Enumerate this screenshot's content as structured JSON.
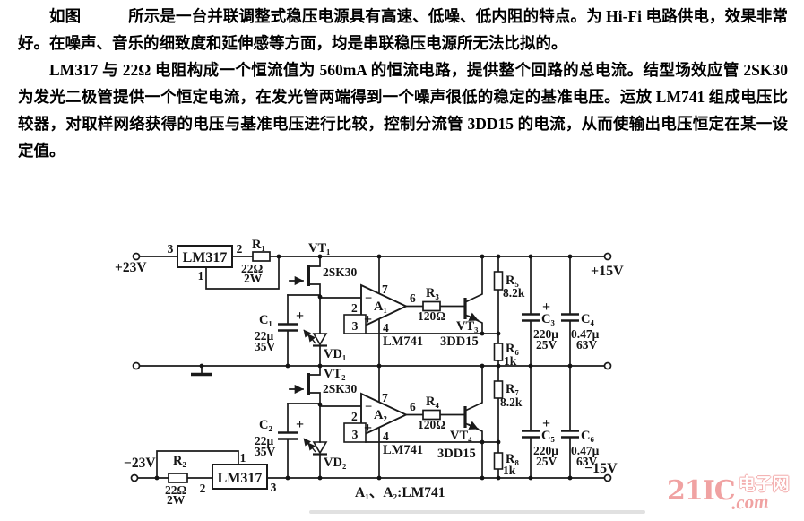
{
  "paragraphs": {
    "p1": "如图　　　所示是一台并联调整式稳压电源具有高速、低噪、低内阻的特点。为 Hi-Fi 电路供电，效果非常好。在噪声、音乐的细致度和延伸感等方面，均是串联稳压电源所无法比拟的。",
    "p2": "LM317 与 22Ω 电阻构成一个恒流值为 560mA 的恒流电路，提供整个回路的总电流。结型场效应管 2SK30 为发光二极管提供一个恒定电流，在发光管两端得到一个噪声很低的稳定的基准电压。运放 LM741 组成电压比较器，对取样网络获得的电压与基准电压进行比较，控制分流管 3DD15 的电流，从而使输出电压恒定在某一设定值。"
  },
  "circuit": {
    "supply": {
      "in_pos": "+23V",
      "in_neg": "−23V",
      "out_pos": "+15V",
      "out_neg": "−15V"
    },
    "regulators": {
      "top": "LM317",
      "bottom": "LM317"
    },
    "pins": {
      "p1": "1",
      "p2": "2",
      "p3": "3",
      "p4": "4",
      "p6": "6",
      "p7": "7"
    },
    "opamps": {
      "a1": "A₁",
      "a2": "A₂",
      "type": "LM741",
      "minus": "−",
      "plus": "+"
    },
    "resistors": {
      "r1": {
        "ref": "R₁",
        "v1": "22Ω",
        "v2": "2W"
      },
      "r2": {
        "ref": "R₂",
        "v1": "22Ω",
        "v2": "2W"
      },
      "r3": {
        "ref": "R₃",
        "v1": "120Ω"
      },
      "r4": {
        "ref": "R₄",
        "v1": "120Ω"
      },
      "r5": {
        "ref": "R₅",
        "v1": "8.2k"
      },
      "r6": {
        "ref": "R₆",
        "v1": "1k"
      },
      "r7": {
        "ref": "R₇",
        "v1": "8.2k"
      },
      "r8": {
        "ref": "R₈",
        "v1": "1k"
      }
    },
    "capacitors": {
      "c1": {
        "ref": "C₁",
        "v1": "22μ",
        "v2": "35V",
        "pol": "+"
      },
      "c2": {
        "ref": "C₂",
        "v1": "22μ",
        "v2": "35V",
        "pol": "+"
      },
      "c3": {
        "ref": "C₃",
        "v1": "220μ",
        "v2": "25V",
        "pol": "+"
      },
      "c4": {
        "ref": "C₄",
        "v1": "0.47μ",
        "v2": "63V"
      },
      "c5": {
        "ref": "C₅",
        "v1": "220μ",
        "v2": "25V",
        "pol": "+"
      },
      "c6": {
        "ref": "C₆",
        "v1": "0.47μ",
        "v2": "63V"
      }
    },
    "transistors": {
      "vt1": {
        "ref": "VT₁",
        "type": "2SK30"
      },
      "vt2": {
        "ref": "VT₂",
        "type": "2SK30"
      },
      "vt3": {
        "ref": "VT₃",
        "type": "3DD15"
      },
      "vt4": {
        "ref": "VT₄",
        "type": "3DD15"
      }
    },
    "diodes": {
      "vd1": "VD₁",
      "vd2": "VD₂"
    },
    "caption": "A₁、A₂:LM741"
  },
  "watermark": {
    "big": "21IC",
    "cn": "电子网",
    "com": ".com",
    "color": "#f0a2a2"
  }
}
